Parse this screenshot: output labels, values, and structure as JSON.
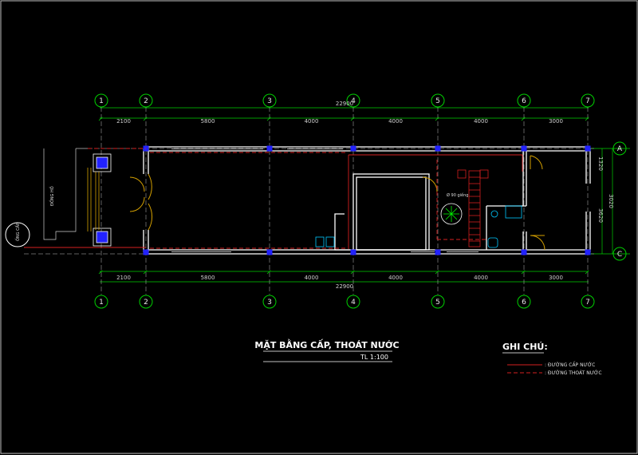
{
  "grid_axes_numbers": [
    "1",
    "2",
    "3",
    "4",
    "5",
    "6",
    "7"
  ],
  "grid_axes_letters": [
    "A",
    "C"
  ],
  "dimensions_top": [
    "2100",
    "5800",
    "4000",
    "4000",
    "4000",
    "3000"
  ],
  "dimensions_bottom": [
    "2100",
    "5800",
    "4000",
    "4000",
    "4000",
    "3000"
  ],
  "total_dimension": "22900",
  "side_dimensions": [
    "1320",
    "3620",
    "3020"
  ],
  "title": "MẶT BẰNG CẤP, THOÁT NƯỚC",
  "scale": "TL 1:100",
  "notes": {
    "heading": "GHI CHÚ:",
    "items": [
      {
        "label": ": ĐƯỜNG CẤP NƯỚC",
        "color": "#d42020",
        "style": "solid"
      },
      {
        "label": ": ĐƯỜNG THOÁT NƯỚC",
        "color": "#d42020",
        "style": "dashed"
      }
    ]
  },
  "plan_labels": {
    "meter_label": "ĐỒNG HỒ",
    "supply_label": "ỐNG CẤP",
    "well_label": "Ø 90 giếng"
  },
  "colors": {
    "background": "#000000",
    "grid_line": "#00c800",
    "wall": "#ffffff",
    "column": "#2020ff",
    "pipe": "#d42020",
    "door": "#d4a000",
    "dimension": "#00ff00"
  }
}
